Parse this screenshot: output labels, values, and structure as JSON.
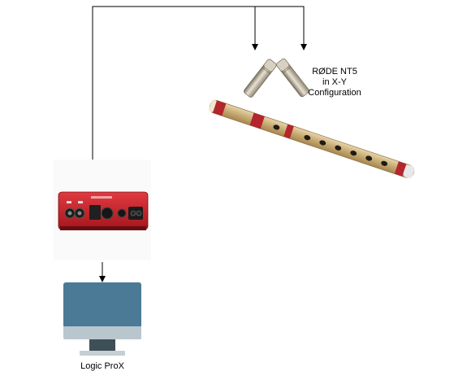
{
  "microphone": {
    "label_lines": [
      "RØDE NT5",
      "in X-Y",
      "Configuration"
    ],
    "icon": "stereo-condenser-microphones-icon"
  },
  "instrument": {
    "icon": "bansuri-flute-icon"
  },
  "audio_interface": {
    "icon": "audio-interface-icon",
    "color": "#c8202a"
  },
  "computer": {
    "label": "Logic ProX",
    "icon": "desktop-monitor-icon",
    "screen_color": "#4a7a96"
  },
  "connectors": {
    "color": "#000000"
  }
}
